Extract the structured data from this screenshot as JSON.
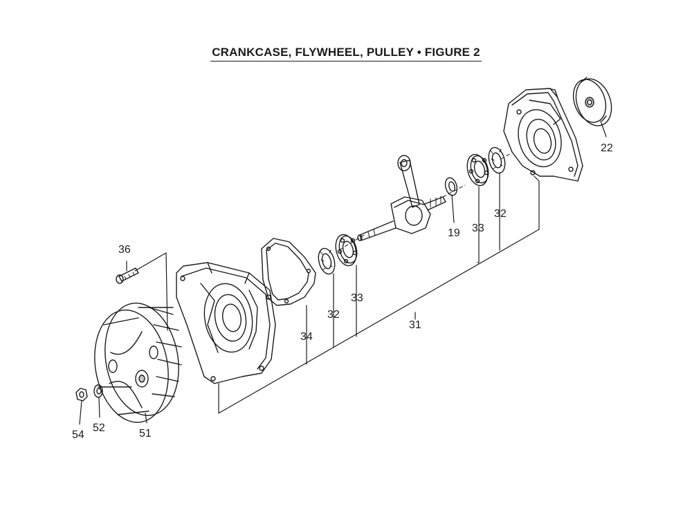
{
  "title": "CRANKCASE, FLYWHEEL, PULLEY  •  FIGURE 2",
  "callouts": {
    "c22": "22",
    "c19": "19",
    "c33_right": "33",
    "c32_right": "32",
    "c36": "36",
    "c32_left": "32",
    "c33_left": "33",
    "c34": "34",
    "c31": "31",
    "c54": "54",
    "c52": "52",
    "c51": "51"
  }
}
